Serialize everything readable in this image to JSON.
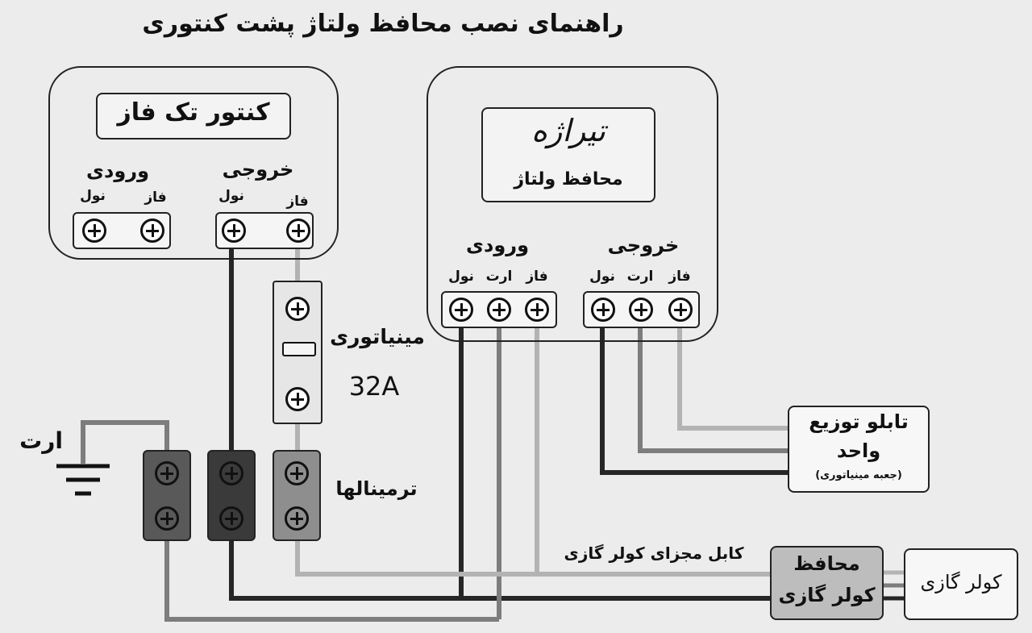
{
  "title": "راهنمای نصب محافظ ولتاژ پشت کنتوری",
  "meter": {
    "name": "کنتور تک فاز",
    "input_label": "ورودی",
    "output_label": "خروجی",
    "neutral": "نول",
    "phase": "فاز"
  },
  "protector": {
    "brand": "تیراژه",
    "name": "محافظ ولتاژ",
    "input_label": "ورودی",
    "output_label": "خروجی",
    "neutral": "نول",
    "earth": "ارت",
    "phase": "فاز"
  },
  "breaker": {
    "label": "مینیاتوری",
    "rating": "32A"
  },
  "earth_label": "ارت",
  "terminals_label": "ترمینالها",
  "distribution": {
    "line1": "تابلو توزیع",
    "line2": "واحد",
    "line3": "(جعبه مینیاتوری)"
  },
  "cable_label": "کابل مجزای کولر گازی",
  "ac_protector": {
    "line1": "محافظ",
    "line2": "کولر گازی"
  },
  "ac": {
    "label": "کولر گازی"
  },
  "colors": {
    "neutral": "#262626",
    "earth": "#8c8c8c",
    "phase": "#b3b3b3",
    "earth_block": "#595959",
    "neutral_block": "#3a3a3a",
    "phase_block": "#8e8e8e"
  }
}
